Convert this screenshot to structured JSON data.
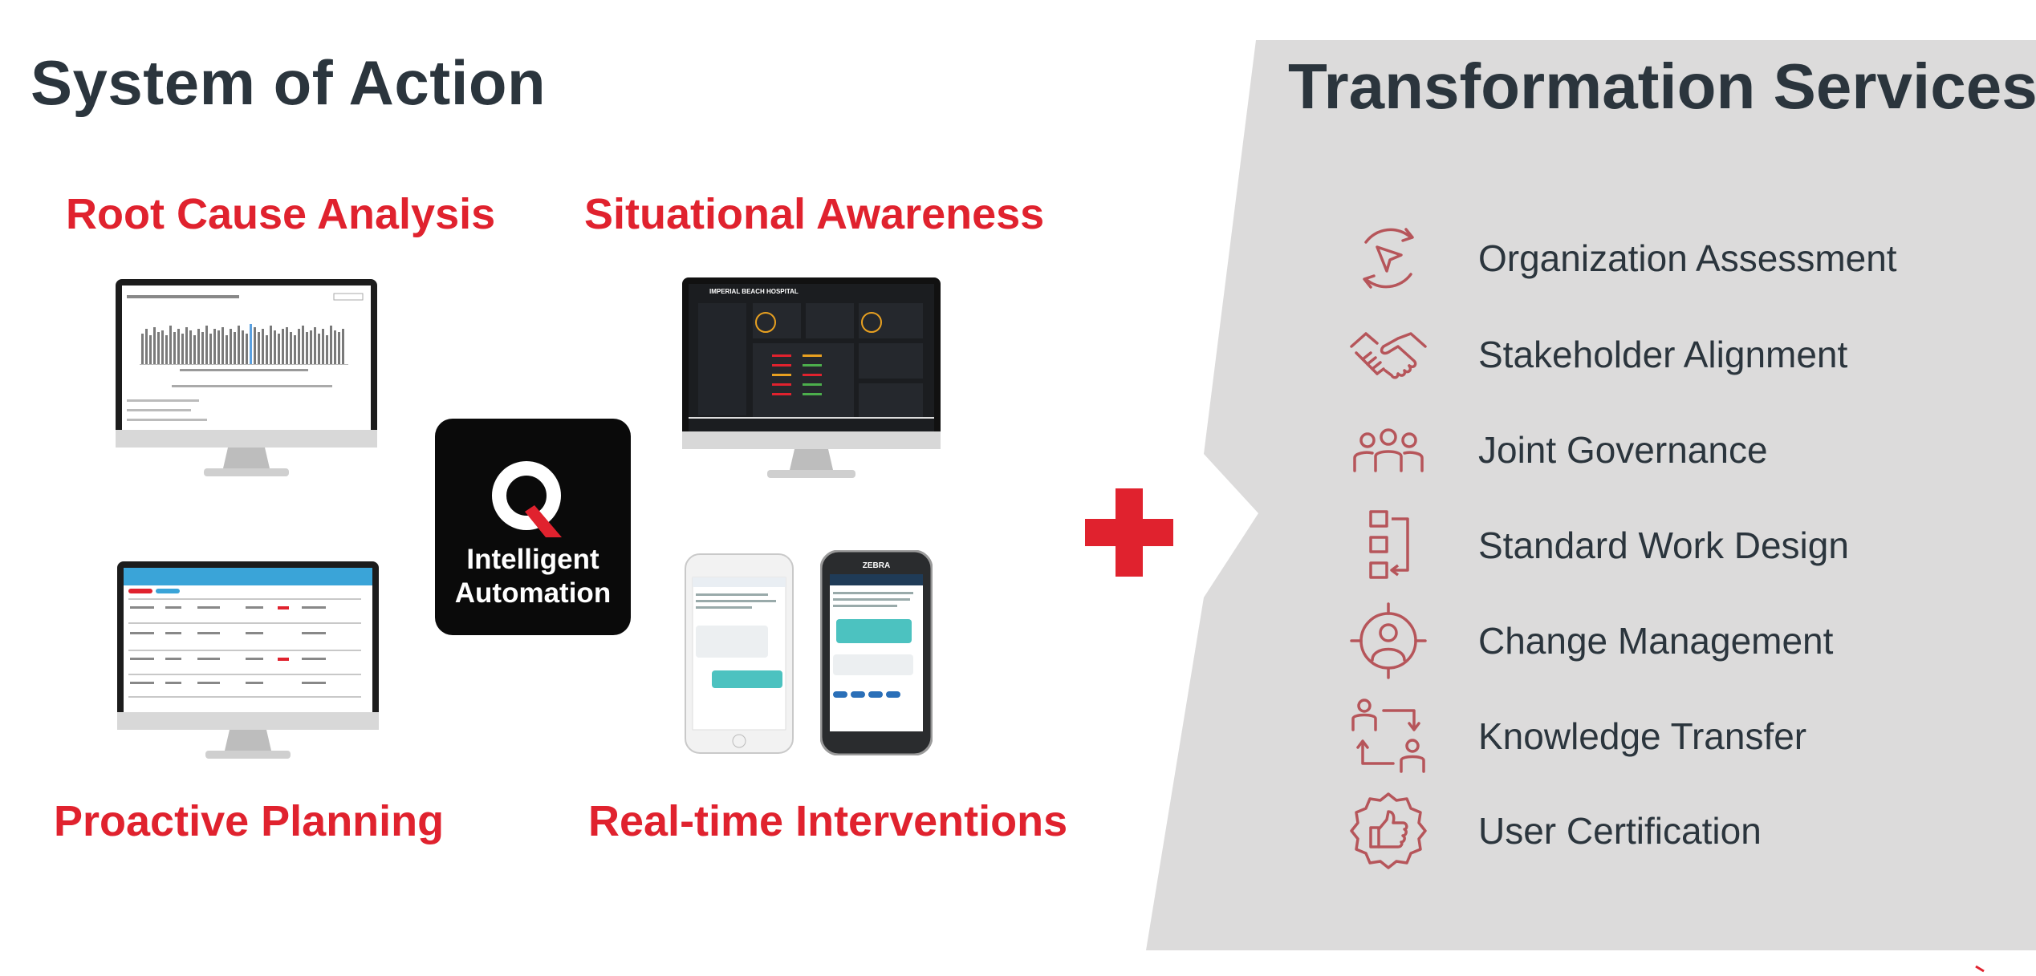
{
  "left": {
    "title": "System of Action",
    "features": {
      "root_cause": "Root Cause Analysis",
      "situational": "Situational Awareness",
      "proactive": "Proactive Planning",
      "realtime": "Real-time Interventions"
    },
    "center_badge": {
      "line1": "Intelligent",
      "line2": "Automation"
    },
    "devices": {
      "hospital_title": "IMPERIAL BEACH HOSPITAL",
      "phone_brand": "ZEBRA"
    }
  },
  "right": {
    "title": "Transformation Services",
    "services": [
      {
        "label": "Organization Assessment",
        "icon": "cursor-cycle-icon"
      },
      {
        "label": "Stakeholder Alignment",
        "icon": "handshake-icon"
      },
      {
        "label": "Joint Governance",
        "icon": "group-icon"
      },
      {
        "label": "Standard Work Design",
        "icon": "flowchart-icon"
      },
      {
        "label": "Change Management",
        "icon": "person-target-icon"
      },
      {
        "label": "Knowledge Transfer",
        "icon": "person-exchange-icon"
      },
      {
        "label": "User Certification",
        "icon": "thumbs-up-badge-icon"
      }
    ]
  },
  "colors": {
    "accent_red": "#e0222e",
    "dark_text": "#2b353d",
    "panel_gray": "#dcdbdb",
    "icon_red": "#b6555a"
  }
}
